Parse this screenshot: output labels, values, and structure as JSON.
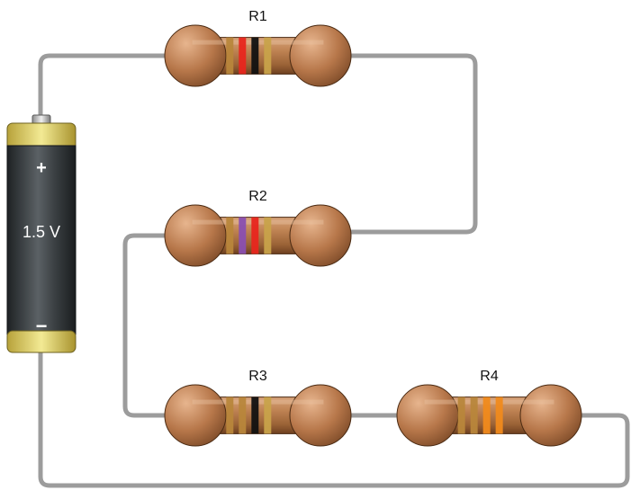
{
  "battery": {
    "voltage_label": "1.5 V",
    "positive_symbol": "+",
    "negative_symbol": "−"
  },
  "resistors": [
    {
      "id": "r1",
      "label": "R1",
      "bands": [
        "#b8863b",
        "#e8261e",
        "#111111",
        "#c8a24a"
      ]
    },
    {
      "id": "r2",
      "label": "R2",
      "bands": [
        "#b8863b",
        "#8a4fb0",
        "#e8261e",
        "#c8a24a"
      ]
    },
    {
      "id": "r3",
      "label": "R3",
      "bands": [
        "#b8863b",
        "#b8863b",
        "#111111",
        "#c8a24a"
      ]
    },
    {
      "id": "r4",
      "label": "R4",
      "bands": [
        "#b8863b",
        "#b8863b",
        "#f08a1c",
        "#f08a1c"
      ]
    }
  ],
  "colors": {
    "wire": "#9c9c9c",
    "resistor_body": "#b77a4a",
    "battery_body": "#3a3f42",
    "battery_cap": "#e3d56a"
  }
}
